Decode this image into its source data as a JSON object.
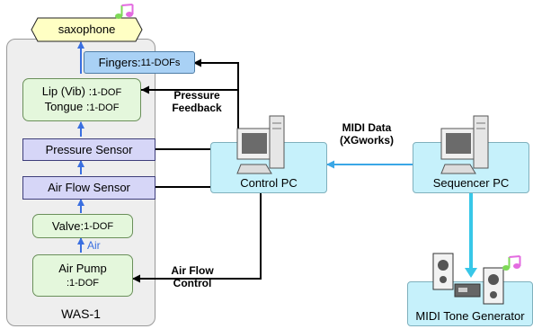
{
  "output_label": "saxophone",
  "was_group": {
    "label": "WAS-1"
  },
  "fingers": {
    "name": "Fingers:",
    "dof": "11-DOFs"
  },
  "lip": {
    "line1_name": "Lip (Vib) :",
    "line1_dof": "1-DOF",
    "line2_name": "Tongue  :",
    "line2_dof": "1-DOF"
  },
  "pressure_sensor": "Pressure Sensor",
  "air_flow_sensor": "Air Flow Sensor",
  "valve": {
    "name": "Valve:",
    "dof": "1-DOF"
  },
  "air_label": "Air",
  "air_pump": {
    "name": "Air Pump",
    "dof": ":1-DOF"
  },
  "pressure_feedback": {
    "line1": "Pressure",
    "line2": "Feedback"
  },
  "air_flow_control": {
    "line1": "Air Flow",
    "line2": "Control"
  },
  "midi_data": {
    "line1": "MIDI Data",
    "line2": "(XGworks)"
  },
  "control_pc": "Control PC",
  "sequencer_pc": "Sequencer PC",
  "midi_tone_generator": "MIDI Tone Generator",
  "colors": {
    "arrow_blue": "#3a6fe0",
    "midi_line": "#3aa7e6",
    "tone_line": "#38c7e8"
  }
}
